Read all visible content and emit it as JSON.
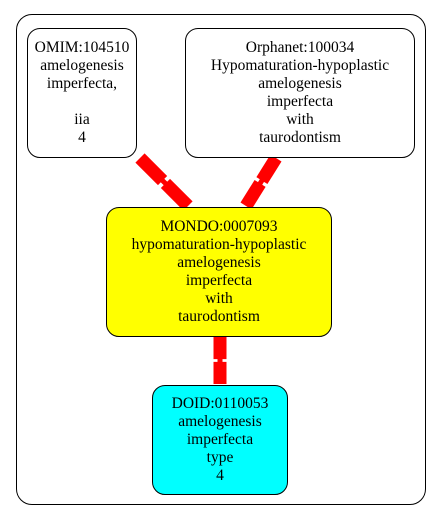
{
  "colors": {
    "edge": "#ff0000",
    "border": "#000000",
    "mondo_fill": "#ffff00",
    "doid_fill": "#00ffff",
    "xref_fill": "#ffffff"
  },
  "nodes": {
    "omim": {
      "lines": [
        "OMIM:104510",
        "amelogenesis",
        "imperfecta,",
        "",
        "iia",
        "4"
      ]
    },
    "orphanet": {
      "lines": [
        "Orphanet:100034",
        "Hypomaturation-hypoplastic",
        "amelogenesis",
        "imperfecta",
        "with",
        "taurodontism"
      ]
    },
    "mondo": {
      "lines": [
        "MONDO:0007093",
        "hypomaturation-hypoplastic",
        "amelogenesis",
        "imperfecta",
        "with",
        "taurodontism"
      ]
    },
    "doid": {
      "lines": [
        "DOID:0110053",
        "amelogenesis",
        "imperfecta",
        "type",
        "4"
      ]
    }
  },
  "edges": [
    {
      "from": "omim",
      "to": "mondo"
    },
    {
      "from": "orphanet",
      "to": "mondo"
    },
    {
      "from": "mondo",
      "to": "doid"
    }
  ]
}
